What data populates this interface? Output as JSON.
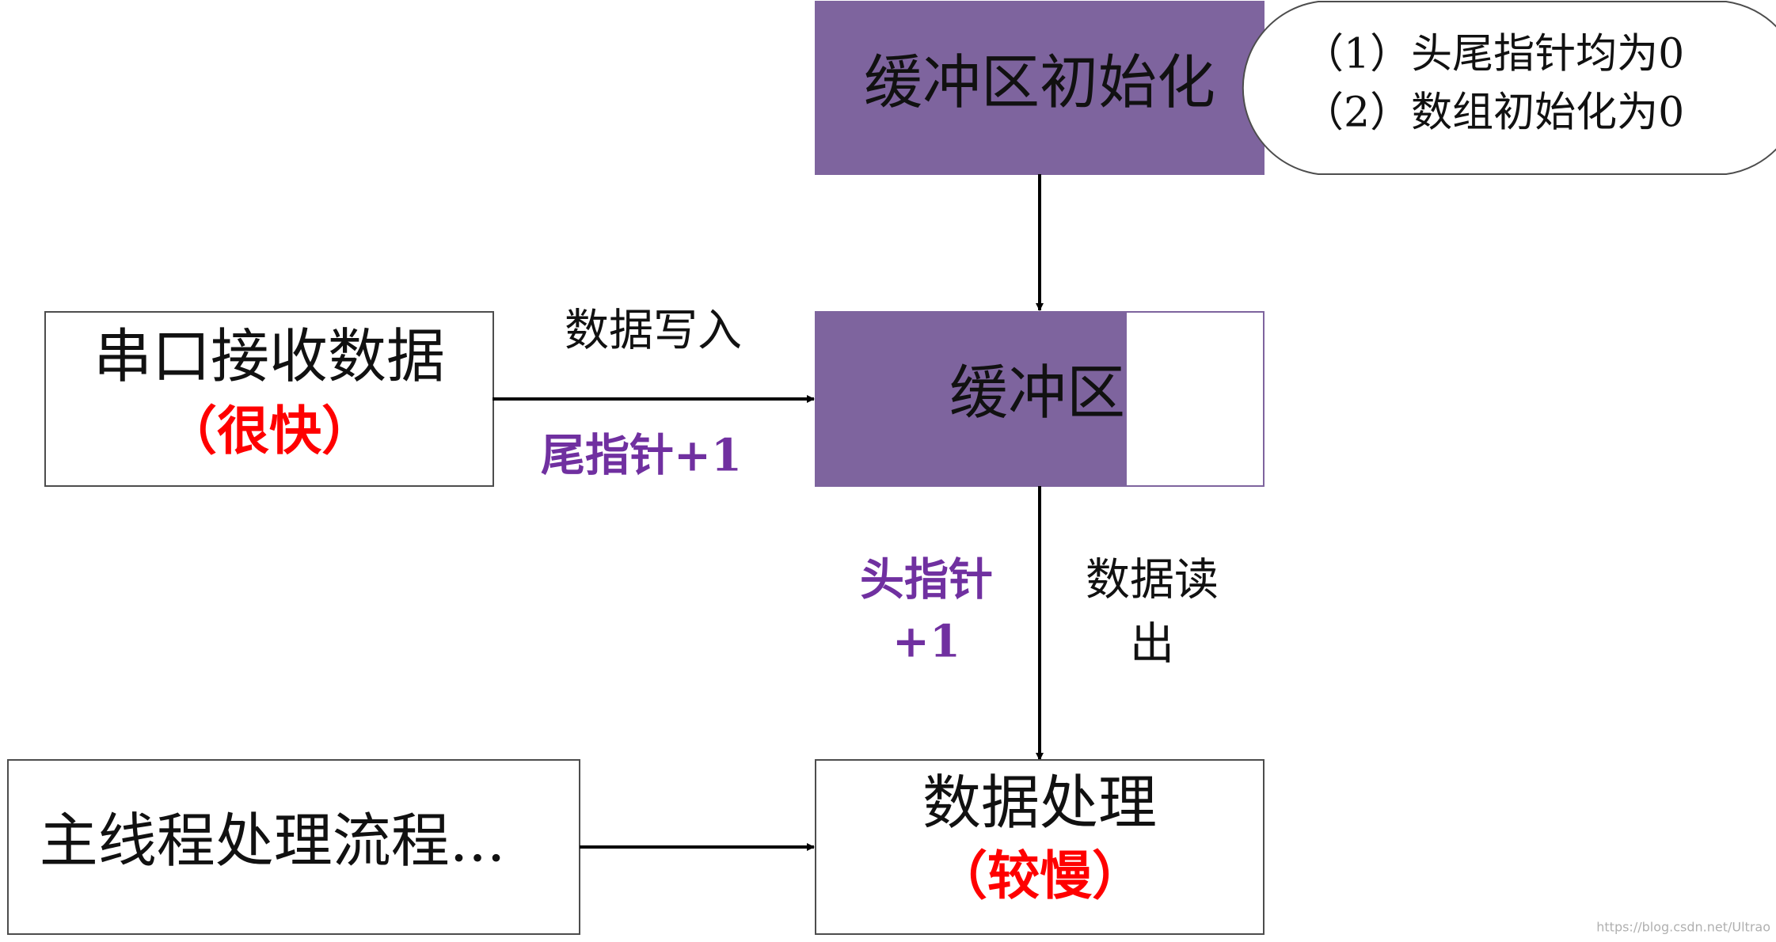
{
  "nodes": {
    "init": {
      "label": "缓冲区初始化"
    },
    "init_note": {
      "line1": "（1）头尾指针均为0",
      "line2": "（2）数组初始化为0"
    },
    "buffer": {
      "label": "缓冲区"
    },
    "serial": {
      "line1": "串口接收数据",
      "line2": "（很快）"
    },
    "process": {
      "line1": "数据处理",
      "line2": "（较慢）"
    },
    "main_thread": {
      "label": "主线程处理流程..."
    }
  },
  "edges": {
    "write": {
      "label_top": "数据写入",
      "label_bottom": "尾指针+1"
    },
    "read": {
      "label_left_1": "头指针",
      "label_left_2": "+1",
      "label_right_1": "数据读",
      "label_right_2": "出"
    }
  },
  "watermark": "https://blog.csdn.net/Ultrao",
  "colors": {
    "box_fill": "#7e649e",
    "pointer_text": "#7030a0",
    "speed_text": "#ff0000"
  }
}
